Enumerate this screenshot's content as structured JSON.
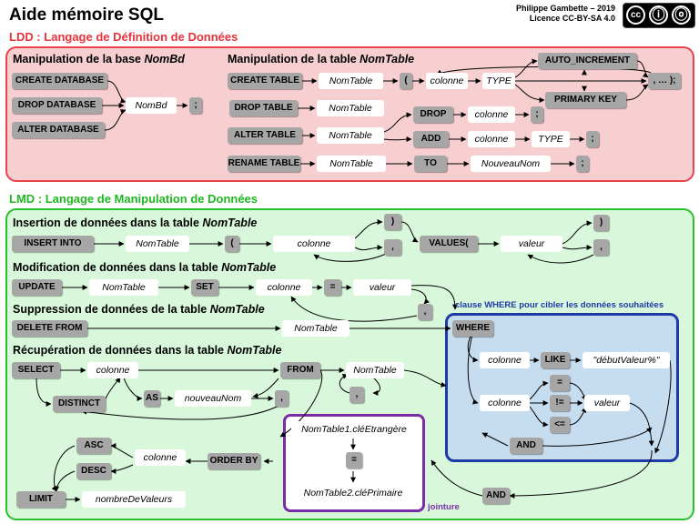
{
  "header": {
    "title": "Aide mémoire SQL",
    "author_line": "Philippe Gambette – 2019",
    "license_line": "Licence CC-BY-SA 4.0",
    "cc_symbols": [
      "cc",
      "ⓘ",
      "ⓞ"
    ]
  },
  "ldd": {
    "title": "LDD : Langage de Définition de Données",
    "db": {
      "heading": "Manipulation de la base",
      "heading_name": "NomBd",
      "create": "CREATE DATABASE",
      "drop": "DROP DATABASE",
      "alter": "ALTER DATABASE",
      "name": "NomBd",
      "end": ";"
    },
    "table": {
      "heading": "Manipulation de la table",
      "heading_name": "NomTable",
      "create": "CREATE TABLE",
      "drop": "DROP TABLE",
      "alter": "ALTER TABLE",
      "rename": "RENAME TABLE",
      "name": "NomTable",
      "open_paren": "(",
      "column": "colonne",
      "type": "TYPE",
      "auto_increment": "AUTO_INCREMENT",
      "primary_key": "PRIMARY KEY",
      "end_list": ", … );",
      "drop_kw": "DROP",
      "add_kw": "ADD",
      "to_kw": "TO",
      "new_name": "NouveauNom",
      "end": ";"
    }
  },
  "lmd": {
    "title": "LMD : Langage de Manipulation de Données",
    "insert": {
      "heading": "Insertion de données dans la table",
      "heading_name": "NomTable",
      "keyword": "INSERT INTO",
      "table": "NomTable",
      "open_paren": "(",
      "column": "colonne",
      "close_paren": ")",
      "comma": ",",
      "values": "VALUES(",
      "value": "valeur",
      "close_paren2": ")",
      "comma2": ","
    },
    "update": {
      "heading": "Modification de données dans la table",
      "heading_name": "NomTable",
      "keyword": "UPDATE",
      "table": "NomTable",
      "set": "SET",
      "column": "colonne",
      "equals": "=",
      "value": "valeur",
      "comma": ","
    },
    "delete": {
      "heading": "Suppression de données de la table",
      "heading_name": "NomTable",
      "keyword": "DELETE FROM",
      "table": "NomTable"
    },
    "select": {
      "heading": "Récupération de données dans la table",
      "heading_name": "NomTable",
      "keyword": "SELECT",
      "column": "colonne",
      "distinct": "DISTINCT",
      "as": "AS",
      "alias": "nouveauNom",
      "comma": ",",
      "from": "FROM",
      "table": "NomTable",
      "comma2": ",",
      "order_by": "ORDER BY",
      "order_column": "colonne",
      "asc": "ASC",
      "desc": "DESC",
      "limit": "LIMIT",
      "limit_value": "nombreDeValeurs"
    },
    "where": {
      "note": "clause WHERE pour cibler les données souhaitées",
      "keyword": "WHERE",
      "column1": "colonne",
      "like": "LIKE",
      "pattern": "\"débutValeur%\"",
      "column2": "colonne",
      "eq": "=",
      "neq": "!=",
      "le": "<=",
      "value": "valeur",
      "and": "AND"
    },
    "join": {
      "note": "jointure",
      "foreign": "NomTable1.cléEtrangère",
      "equals": "=",
      "primary": "NomTable2.cléPrimaire",
      "and": "AND"
    }
  },
  "colors": {
    "ldd_border": "#e8424a",
    "ldd_fill": "#f7cfd1",
    "lmd_border": "#27c12b",
    "lmd_fill": "#d9f7db",
    "where_border": "#1e3aa8",
    "where_fill": "#c6dcef",
    "join_border": "#7a2da6",
    "keyword_fill": "#a6a6a6"
  }
}
